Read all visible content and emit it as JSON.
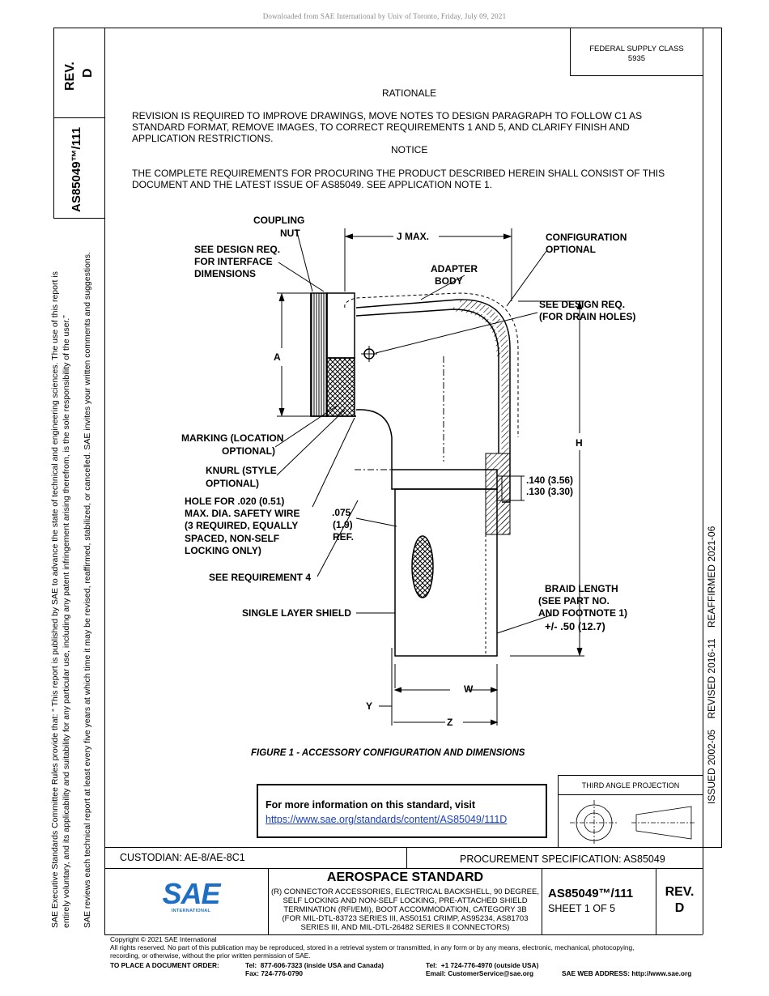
{
  "download_notice": "Downloaded from SAE International by Univ of Toronto, Friday, July 09, 2021",
  "left_margin": {
    "notice_line1": "SAE Executive Standards Committee Rules provide that: “  This report is published by SAE to advance the state of technical and engineering sciences. The use of this report is",
    "notice_line2": "entirely voluntary, and its applicability and suitability for any particular use, including any patent infringement arising therefrom, is the sole responsibility of the user.”",
    "notice_line3": "SAE reviews each technical report at least every five years at which time it may be revised, reaffirmed, stabilized, or cancelled. SAE invites your written comments and suggestions."
  },
  "side_box": {
    "rev_label": "REV.",
    "rev_value": "D",
    "doc_number": "AS85049™/111"
  },
  "federal_supply_class": {
    "label": "FEDERAL SUPPLY CLASS",
    "value": "5935"
  },
  "right_margin": {
    "history": "ISSUED 2002-05    REVISED 2016-11    REAFFIRMED 2021-06"
  },
  "rationale": {
    "heading": "RATIONALE",
    "line1": "REVISION IS REQUIRED TO IMPROVE DRAWINGS, MOVE NOTES TO DESIGN PARAGRAPH TO FOLLOW C1 AS",
    "line2": "STANDARD FORMAT, REMOVE IMAGES, TO CORRECT REQUIREMENTS 1 AND 5, AND CLARIFY FINISH AND",
    "line3": "APPLICATION RESTRICTIONS."
  },
  "notice": {
    "heading": "NOTICE",
    "line1": "THE COMPLETE REQUIREMENTS FOR PROCURING THE PRODUCT DESCRIBED HEREIN SHALL CONSIST OF THIS",
    "line2": "DOCUMENT AND THE LATEST ISSUE OF AS85049. SEE APPLICATION NOTE 1."
  },
  "figure": {
    "caption": "FIGURE 1 - ACCESSORY CONFIGURATION AND DIMENSIONS",
    "labels": {
      "coupling_1": "COUPLING",
      "coupling_2": "NUT",
      "interface_1": "SEE DESIGN REQ.",
      "interface_2": "FOR INTERFACE",
      "interface_3": "DIMENSIONS",
      "jmax": "J MAX.",
      "config_1": "CONFIGURATION",
      "config_2": "OPTIONAL",
      "adapter_1": "ADAPTER",
      "adapter_2": "BODY",
      "drain_1": "SEE DESIGN REQ.",
      "drain_2": "(FOR DRAIN HOLES)",
      "dim_a": "A",
      "dim_h": "H",
      "dim_w": "W",
      "dim_y": "Y",
      "dim_z": "Z",
      "marking_1": "MARKING (LOCATION",
      "marking_2": "OPTIONAL)",
      "knurl_1": "KNURL (STYLE",
      "knurl_2": "OPTIONAL)",
      "hole_1": "HOLE FOR .020 (0.51)",
      "hole_2": "MAX. DIA. SAFETY WIRE",
      "hole_3": "(3 REQUIRED, EQUALLY",
      "hole_4": "SPACED, NON-SELF",
      "hole_5": "LOCKING ONLY)",
      "ref_1": ".075",
      "ref_2": "(1.9)",
      "ref_3": "REF.",
      "dim_140": ".140 (3.56)",
      "dim_130": ".130 (3.30)",
      "req4": "SEE REQUIREMENT 4",
      "shield": "SINGLE LAYER SHIELD",
      "braid_1": "BRAID LENGTH",
      "braid_2": "(SEE PART NO.",
      "braid_3": "AND FOOTNOTE 1)",
      "braid_4": "+/- .50 (12.7)"
    }
  },
  "info_box": {
    "heading": "For more information on this standard, visit",
    "link": "https://www.sae.org/standards/content/AS85049/111D"
  },
  "projection": {
    "label": "THIRD ANGLE PROJECTION"
  },
  "title_block": {
    "custodian": "CUSTODIAN: AE-8/AE-8C1",
    "procurement": "PROCUREMENT SPECIFICATION: AS85049",
    "logo_text": "SAE",
    "logo_sub": "INTERNATIONAL",
    "standard_type": "AEROSPACE STANDARD",
    "title_line1": "(R) CONNECTOR ACCESSORIES, ELECTRICAL BACKSHELL, 90 DEGREE,",
    "title_line2": "SELF LOCKING AND NON-SELF LOCKING, PRE-ATTACHED SHIELD",
    "title_line3": "TERMINATION (RFI/EMI), BOOT ACCOMMODATION, CATEGORY 3B",
    "title_line4": "(FOR MIL-DTL-83723 SERIES III, AS50151 CRIMP, AS95234, AS81703",
    "title_line5": "SERIES III, AND MIL-DTL-26482 SERIES II CONNECTORS)",
    "doc_number": "AS85049™/111",
    "sheet": "SHEET 1 OF 5",
    "rev_label": "REV.",
    "rev_value": "D"
  },
  "footer": {
    "copyright": "Copyright © 2021 SAE International",
    "rights_line1": "All rights reserved. No part of this publication may be reproduced, stored in a retrieval system or transmitted, in any form or by any means, electronic, mechanical, photocopying,",
    "rights_line2": "recording, or otherwise, without the prior written permission of SAE.",
    "order_label": "TO PLACE A DOCUMENT ORDER:",
    "tel_usa": "Tel:  877-606-7323 (inside USA and Canada)",
    "fax": "Fax: 724-776-0790",
    "tel_outside": "Tel:  +1 724-776-4970 (outside USA)",
    "email": "Email: CustomerService@sae.org",
    "web": "SAE WEB ADDRESS: http://www.sae.org"
  }
}
